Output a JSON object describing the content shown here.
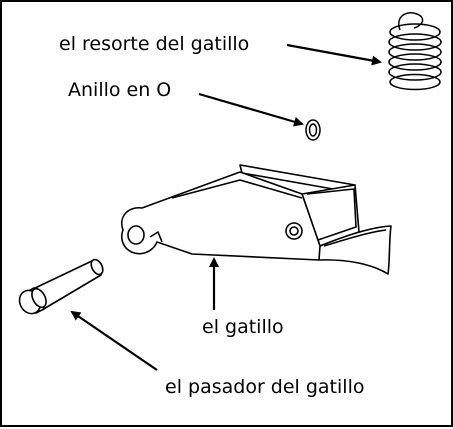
{
  "labels": {
    "spring": "el resorte del gatillo",
    "o_ring": "Anillo en O",
    "trigger": "el gatillo",
    "pin": "el pasador del gatillo"
  },
  "colors": {
    "ink": "#000000",
    "paper": "#ffffff"
  }
}
